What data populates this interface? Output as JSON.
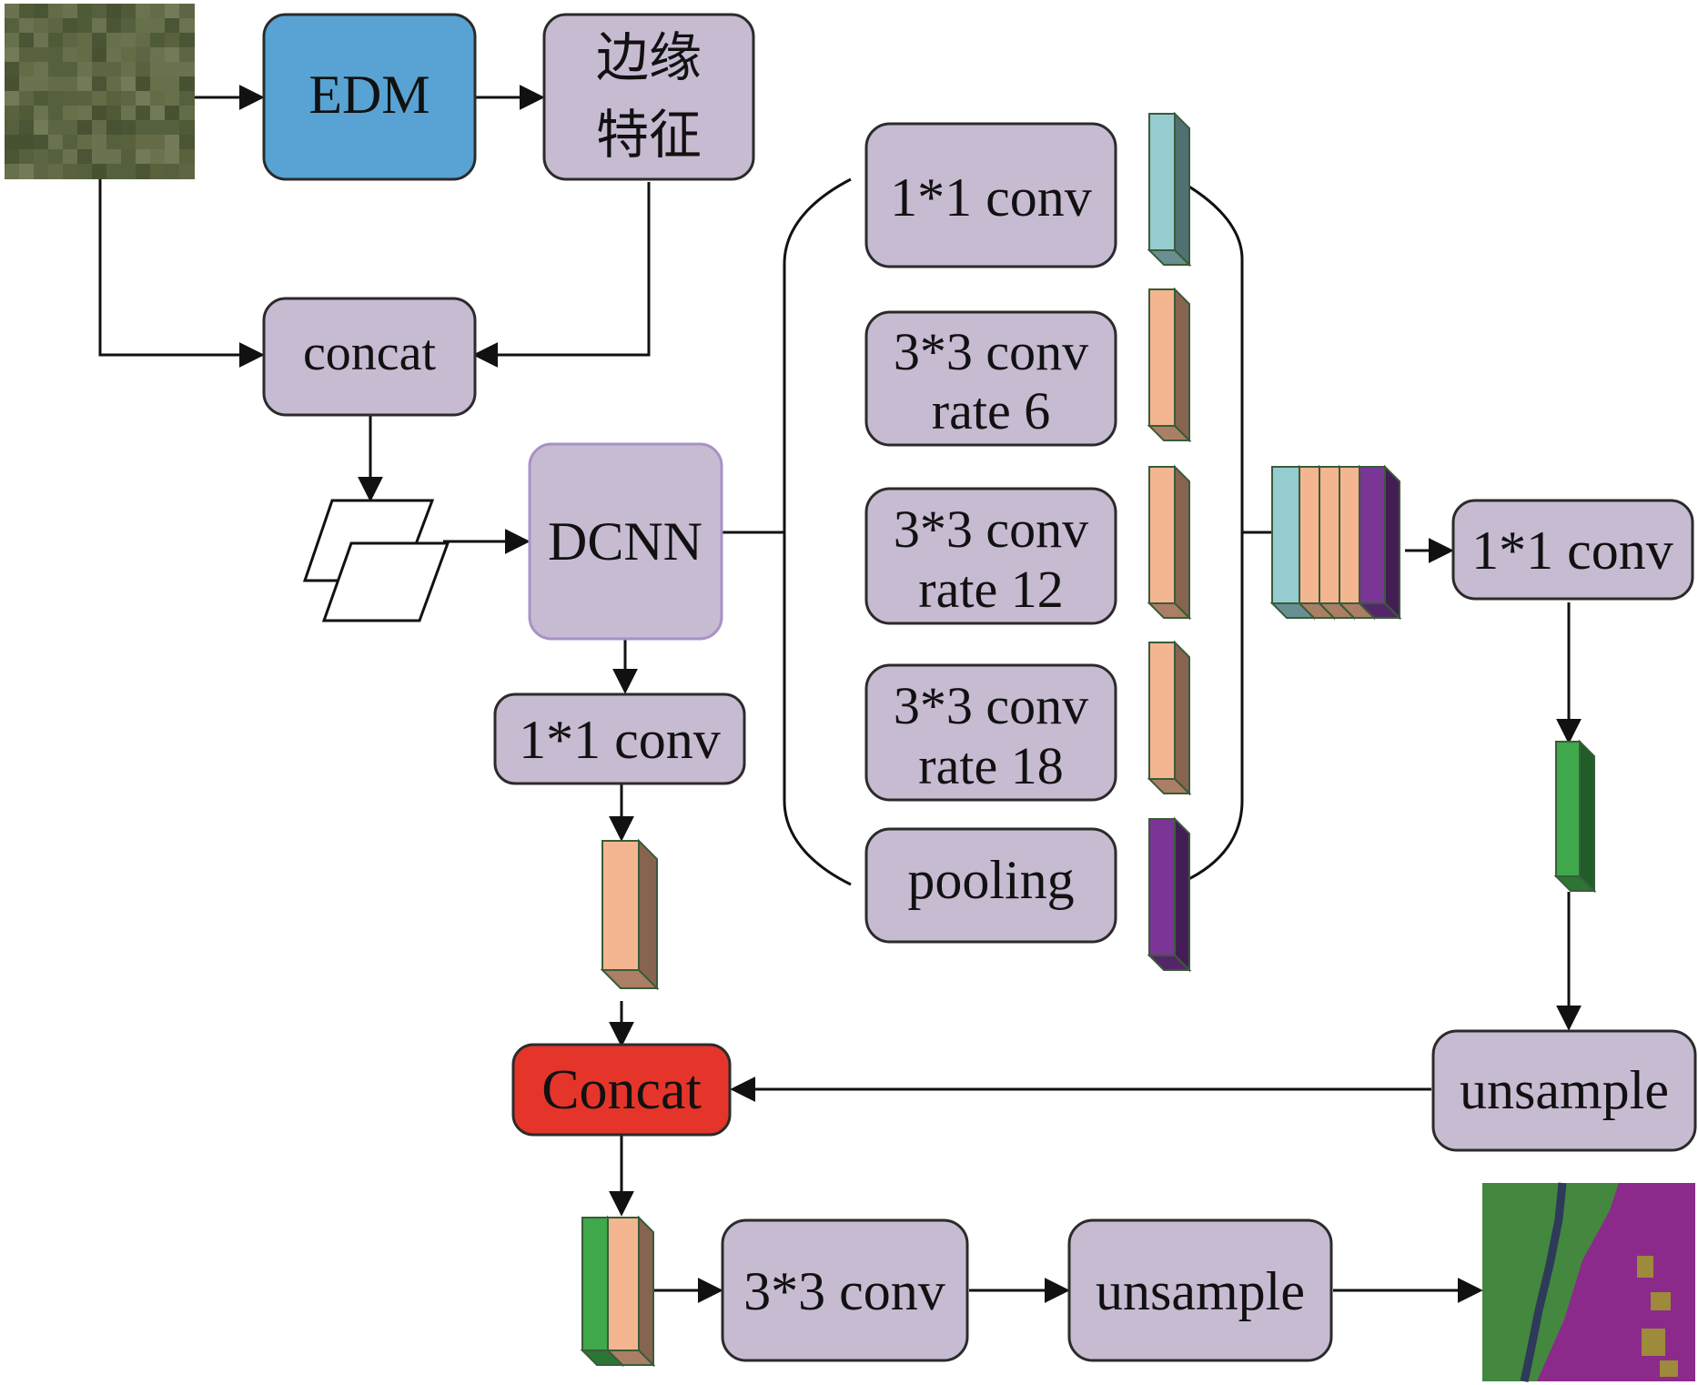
{
  "nodes": {
    "edm": "EDM",
    "edge_feature": [
      "边缘",
      "特征"
    ],
    "concat_top": "concat",
    "dcnn": "DCNN",
    "conv1x1_low": "1*1 conv",
    "aspp_conv1x1": "1*1 conv",
    "aspp_rate6": [
      "3*3 conv",
      "rate 6"
    ],
    "aspp_rate12": [
      "3*3 conv",
      "rate 12"
    ],
    "aspp_rate18": [
      "3*3 conv",
      "rate 18"
    ],
    "aspp_pooling": "pooling",
    "conv1x1_right": "1*1 conv",
    "unsample_right": "unsample",
    "concat_main": "Concat",
    "conv3x3_bottom": "3*3 conv",
    "unsample_bottom": "unsample"
  },
  "colors": {
    "node_fill": "#c7bbd2",
    "edm_fill": "#58a3d3",
    "concat_fill": "#e5352a",
    "teal": "#94ccd0",
    "peach": "#f3b690",
    "purple": "#7a3596",
    "green": "#3ea84a",
    "outline": "#2b2b2b"
  }
}
